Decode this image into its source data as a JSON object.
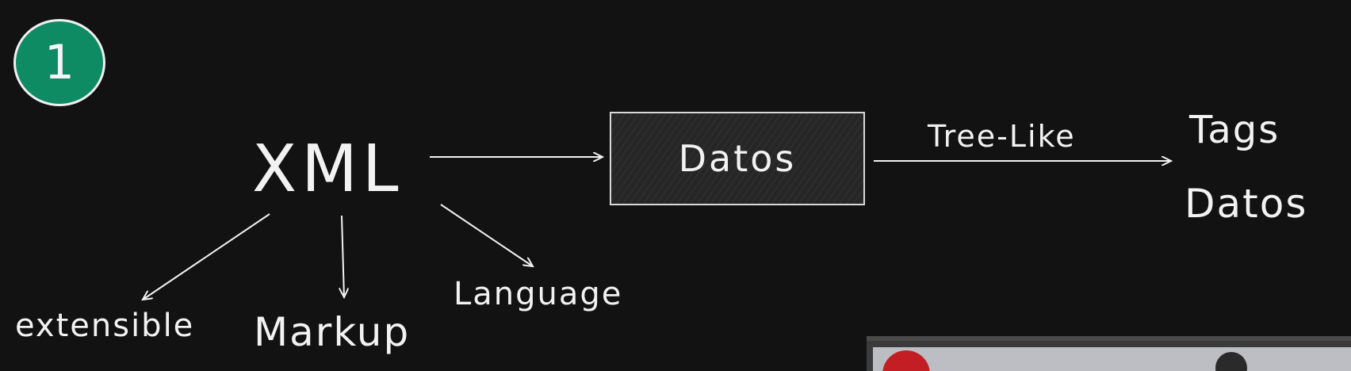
{
  "badge": {
    "number": "1",
    "color": "#0f8b63"
  },
  "diagram": {
    "root": "XML",
    "box_label": "Datos",
    "edge_label": "Tree-Like",
    "result_top": "Tags",
    "result_bottom": "Datos",
    "acronym_parts": [
      "extensible",
      "Markup",
      "Language"
    ]
  },
  "colors": {
    "background": "#121212",
    "stroke": "#f2f2f2"
  }
}
